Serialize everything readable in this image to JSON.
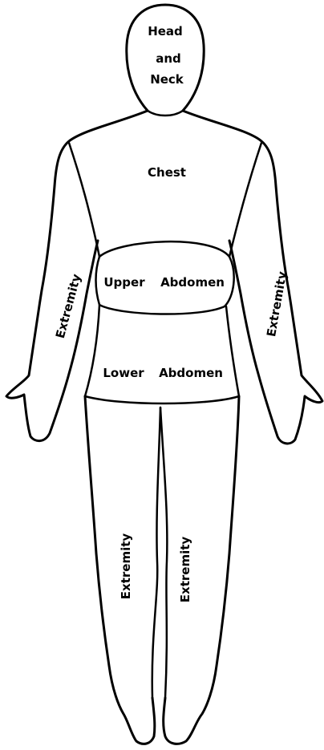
{
  "labels": {
    "head_line1": "Head",
    "head_line2": "and",
    "head_line3": "Neck",
    "chest": "Chest",
    "upper_abdomen_1": "Upper",
    "upper_abdomen_2": "Abdomen",
    "lower_abdomen_1": "Lower",
    "lower_abdomen_2": "Abdomen",
    "extremity_left_arm": "Extremity",
    "extremity_right_arm": "Extremity",
    "extremity_left_leg": "Extremity",
    "extremity_right_leg": "Extremity"
  }
}
